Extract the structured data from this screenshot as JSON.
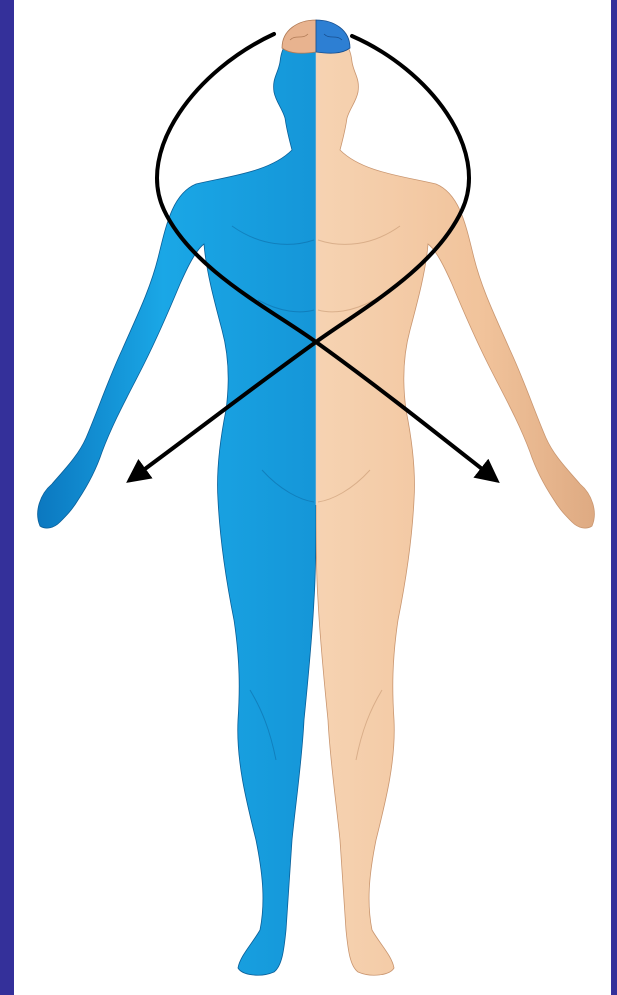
{
  "colors": {
    "frame": "#34309a",
    "background": "#ffffff",
    "left_half": "#1aa0e0",
    "left_half_shade": "#0b6fb0",
    "right_half": "#f3c9a2",
    "right_half_shade": "#d7a37c",
    "brain_left": "#2d7fd3",
    "brain_right": "#e8b38f",
    "arrow": "#000000"
  },
  "diagram": {
    "subject": "human-body-front-view",
    "left_side_highlighted": true,
    "crossing_pathways": [
      {
        "from": "right-brain-hemisphere",
        "to": "left-hand"
      },
      {
        "from": "left-brain-hemisphere",
        "to": "right-hand"
      }
    ]
  }
}
